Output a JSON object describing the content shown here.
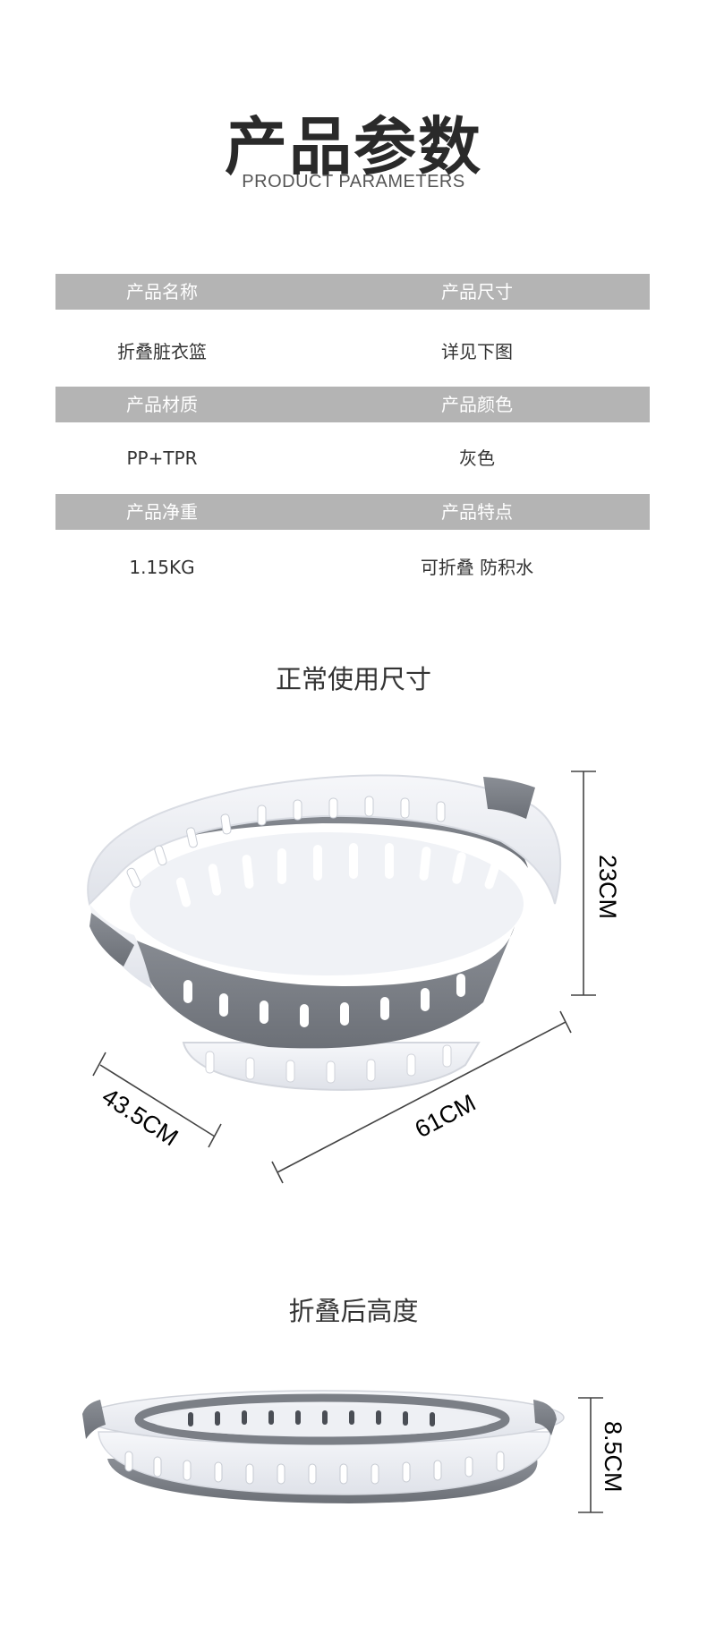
{
  "header": {
    "title_cn": "产品参数",
    "title_en": "PRODUCT PARAMETERS"
  },
  "params": [
    {
      "heads": [
        "产品名称",
        "产品尺寸"
      ],
      "values": [
        "折叠脏衣篮",
        "详见下图"
      ]
    },
    {
      "heads": [
        "产品材质",
        "产品颜色"
      ],
      "values": [
        "PP+TPR",
        "灰色"
      ]
    },
    {
      "heads": [
        "产品净重",
        "产品特点"
      ],
      "values": [
        "1.15KG",
        "可折叠 防积水"
      ]
    }
  ],
  "normal_size": {
    "title": "正常使用尺寸",
    "height_label": "23CM",
    "length_label": "61CM",
    "width_label": "43.5CM"
  },
  "folded_size": {
    "title": "折叠后高度",
    "height_label": "8.5CM"
  },
  "colors": {
    "header_bar": "#b4b4b4",
    "basket_white": "#eceef3",
    "basket_gray": "#7b7f86"
  }
}
